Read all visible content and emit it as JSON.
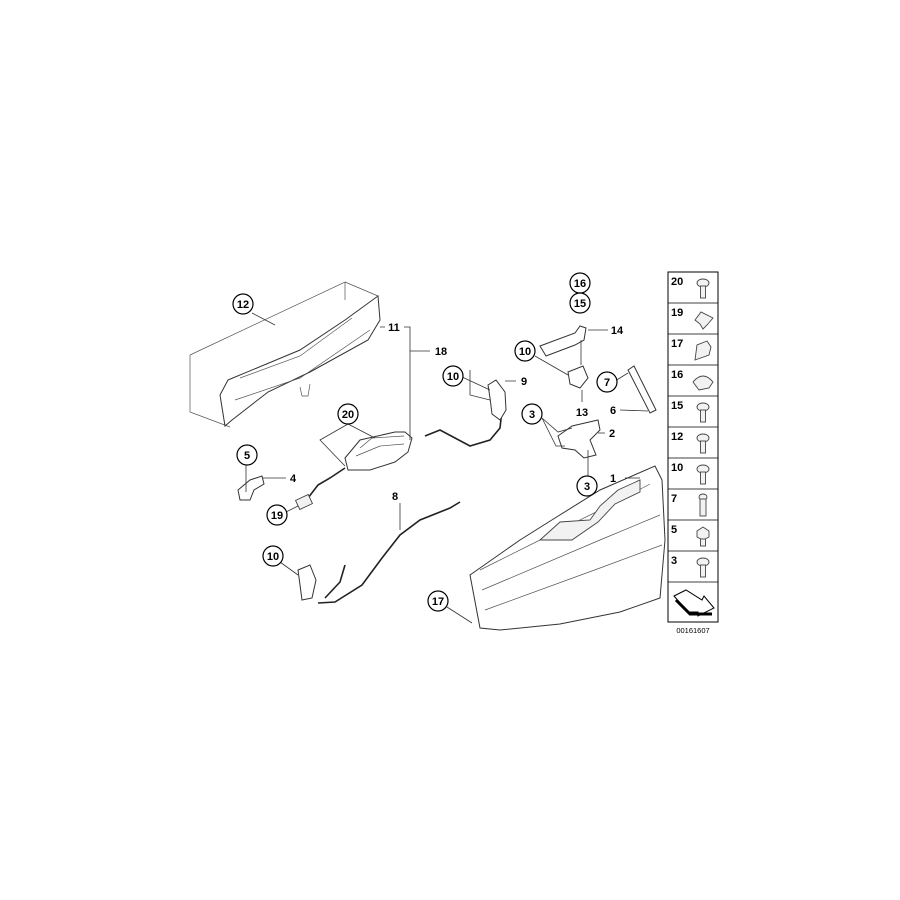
{
  "diagram": {
    "circled_callouts": [
      {
        "label": "12",
        "part": "bracket-tray"
      },
      {
        "label": "20",
        "part": "lock-actuator-screw"
      },
      {
        "label": "5",
        "part": "bracket-screw"
      },
      {
        "label": "19",
        "part": "connector-clip"
      },
      {
        "label": "10",
        "part": "lower-lock-screw"
      },
      {
        "label": "10",
        "part": "upper-lock-screw"
      },
      {
        "label": "16",
        "part": "handle-cap"
      },
      {
        "label": "15",
        "part": "handle-screw"
      },
      {
        "label": "10",
        "part": "handle-bracket-screw"
      },
      {
        "label": "7",
        "part": "strut-bolt"
      },
      {
        "label": "3",
        "part": "hinge-screw-upper"
      },
      {
        "label": "3",
        "part": "hinge-screw-lower"
      },
      {
        "label": "17",
        "part": "trim-panel-clip"
      }
    ],
    "plain_labels": [
      {
        "label": "11"
      },
      {
        "label": "18"
      },
      {
        "label": "9"
      },
      {
        "label": "4"
      },
      {
        "label": "8"
      },
      {
        "label": "14"
      },
      {
        "label": "13"
      },
      {
        "label": "6"
      },
      {
        "label": "2"
      },
      {
        "label": "1"
      }
    ]
  },
  "legend": {
    "items": [
      {
        "label": "20",
        "icon": "screw-icon"
      },
      {
        "label": "19",
        "icon": "clip-nut-icon"
      },
      {
        "label": "17",
        "icon": "clip-icon"
      },
      {
        "label": "16",
        "icon": "cap-icon"
      },
      {
        "label": "15",
        "icon": "screw-icon"
      },
      {
        "label": "12",
        "icon": "screw-icon"
      },
      {
        "label": "10",
        "icon": "screw-icon"
      },
      {
        "label": "7",
        "icon": "bolt-icon"
      },
      {
        "label": "5",
        "icon": "hex-bolt-icon"
      },
      {
        "label": "3",
        "icon": "screw-icon"
      }
    ],
    "arrow_icon": "direction-arrow-icon"
  },
  "image_code": "00161607"
}
